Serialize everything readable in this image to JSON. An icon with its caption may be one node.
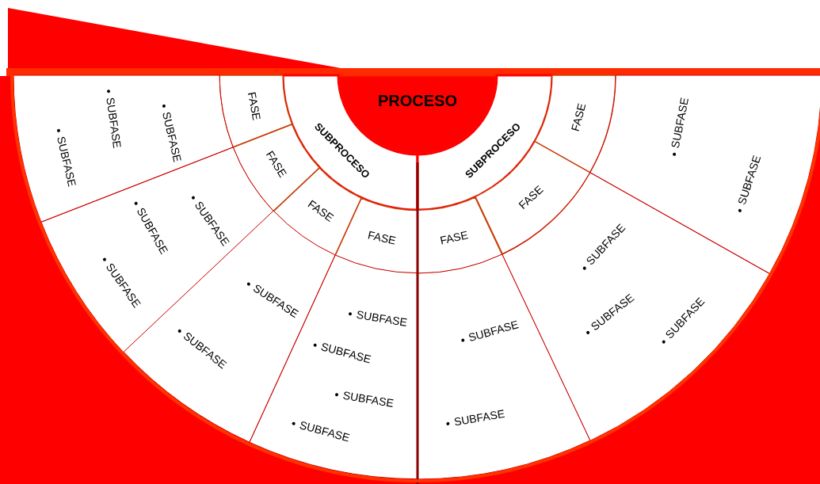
{
  "diagram": {
    "nodes": [
      {
        "text": [
          "PROCESO"
        ]
      },
      {
        "text": [
          "SUBPROCESO"
        ]
      },
      {
        "text": [
          "SUBPROCESO"
        ]
      },
      {
        "text": [
          "FASE"
        ]
      },
      {
        "text": [
          "FASE"
        ]
      },
      {
        "text": [
          "FASE"
        ]
      },
      {
        "text": [
          "FASE"
        ]
      },
      {
        "text": [
          "FASE"
        ]
      },
      {
        "text": [
          "FASE"
        ]
      },
      {
        "text": [
          "FASE"
        ]
      },
      {
        "text": [
          "SUBFASE",
          "SUBFASE",
          "SUBFASE"
        ]
      },
      {
        "text": [
          "SUBFASE",
          "SUBFASE",
          "SUBFASE"
        ]
      },
      {
        "text": [
          "SUBFASE",
          "SUBFASE"
        ]
      },
      {
        "text": [
          "SUBFASE",
          "SUBFASE",
          "SUBFASE",
          "SUBFASE"
        ]
      },
      {
        "text": [
          "SUBFASE",
          "SUBFASE"
        ]
      },
      {
        "text": [
          "SUBFASE",
          "SUBFASE",
          "SUBFASE"
        ]
      },
      {
        "text": [
          "SUBFASE",
          "SUBFASE"
        ]
      }
    ],
    "edges": []
  }
}
